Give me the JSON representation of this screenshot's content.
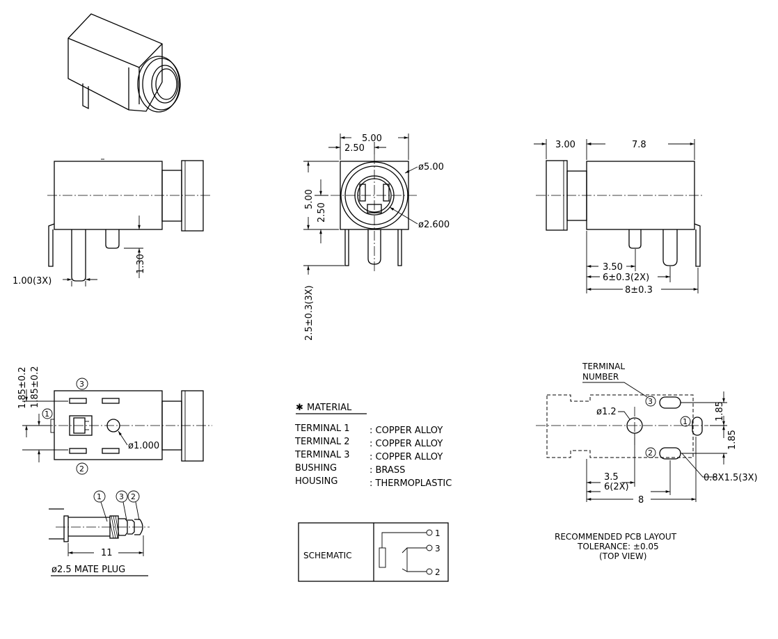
{
  "top_view": {
    "width": "5.00",
    "half_width": "2.50",
    "height": "5.00",
    "half_height": "2.50",
    "bore_dia": "ø5.00",
    "inner_dia": "ø2.600",
    "pin_length": "2.5±0.3(3X)"
  },
  "front_view": {
    "pin_pitch": "1.00(3X)",
    "pin_offset": "1.30"
  },
  "side_view": {
    "bushing": "3.00",
    "body_length": "7.8",
    "pin_a": "3.50",
    "pin_b": "6±0.3(2X)",
    "total": "8±0.3"
  },
  "bottom_view": {
    "dim_outer": "1.85±0.2",
    "dim_inner": "1.85±0.2",
    "post_dia": "ø1.000",
    "terminal_1": "1",
    "terminal_2": "2",
    "terminal_3": "3"
  },
  "mate_plug": {
    "length": "11",
    "caption": "ø2.5 MATE PLUG",
    "label_1": "1",
    "label_3": "3",
    "label_2": "2"
  },
  "material": {
    "title": "MATERIAL",
    "rows": [
      {
        "part": "TERMINAL 1",
        "material": ": COPPER ALLOY"
      },
      {
        "part": "TERMINAL 2",
        "material": ": COPPER ALLOY"
      },
      {
        "part": "TERMINAL 3",
        "material": ": COPPER ALLOY"
      },
      {
        "part": "BUSHING",
        "material": ": BRASS"
      },
      {
        "part": "HOUSING",
        "material": ": THERMOPLASTIC"
      }
    ]
  },
  "schematic": {
    "label": "SCHEMATIC",
    "pin_1": "1",
    "pin_3": "3",
    "pin_2": "2"
  },
  "pcb_layout": {
    "terminal_label_1": "TERMINAL",
    "terminal_label_2": "NUMBER",
    "hole_dia": "ø1.2",
    "dim_upper": "1.85",
    "dim_lower": "1.85",
    "pitch_a": "3.5",
    "pitch_b": "6(2X)",
    "total": "8",
    "slot": "0.8X1.5(3X)",
    "t1": "1",
    "t2": "2",
    "t3": "3",
    "caption_1": "RECOMMENDED PCB LAYOUT",
    "caption_2": "TOLERANCE: ±0.05",
    "caption_3": "(TOP VIEW)"
  }
}
